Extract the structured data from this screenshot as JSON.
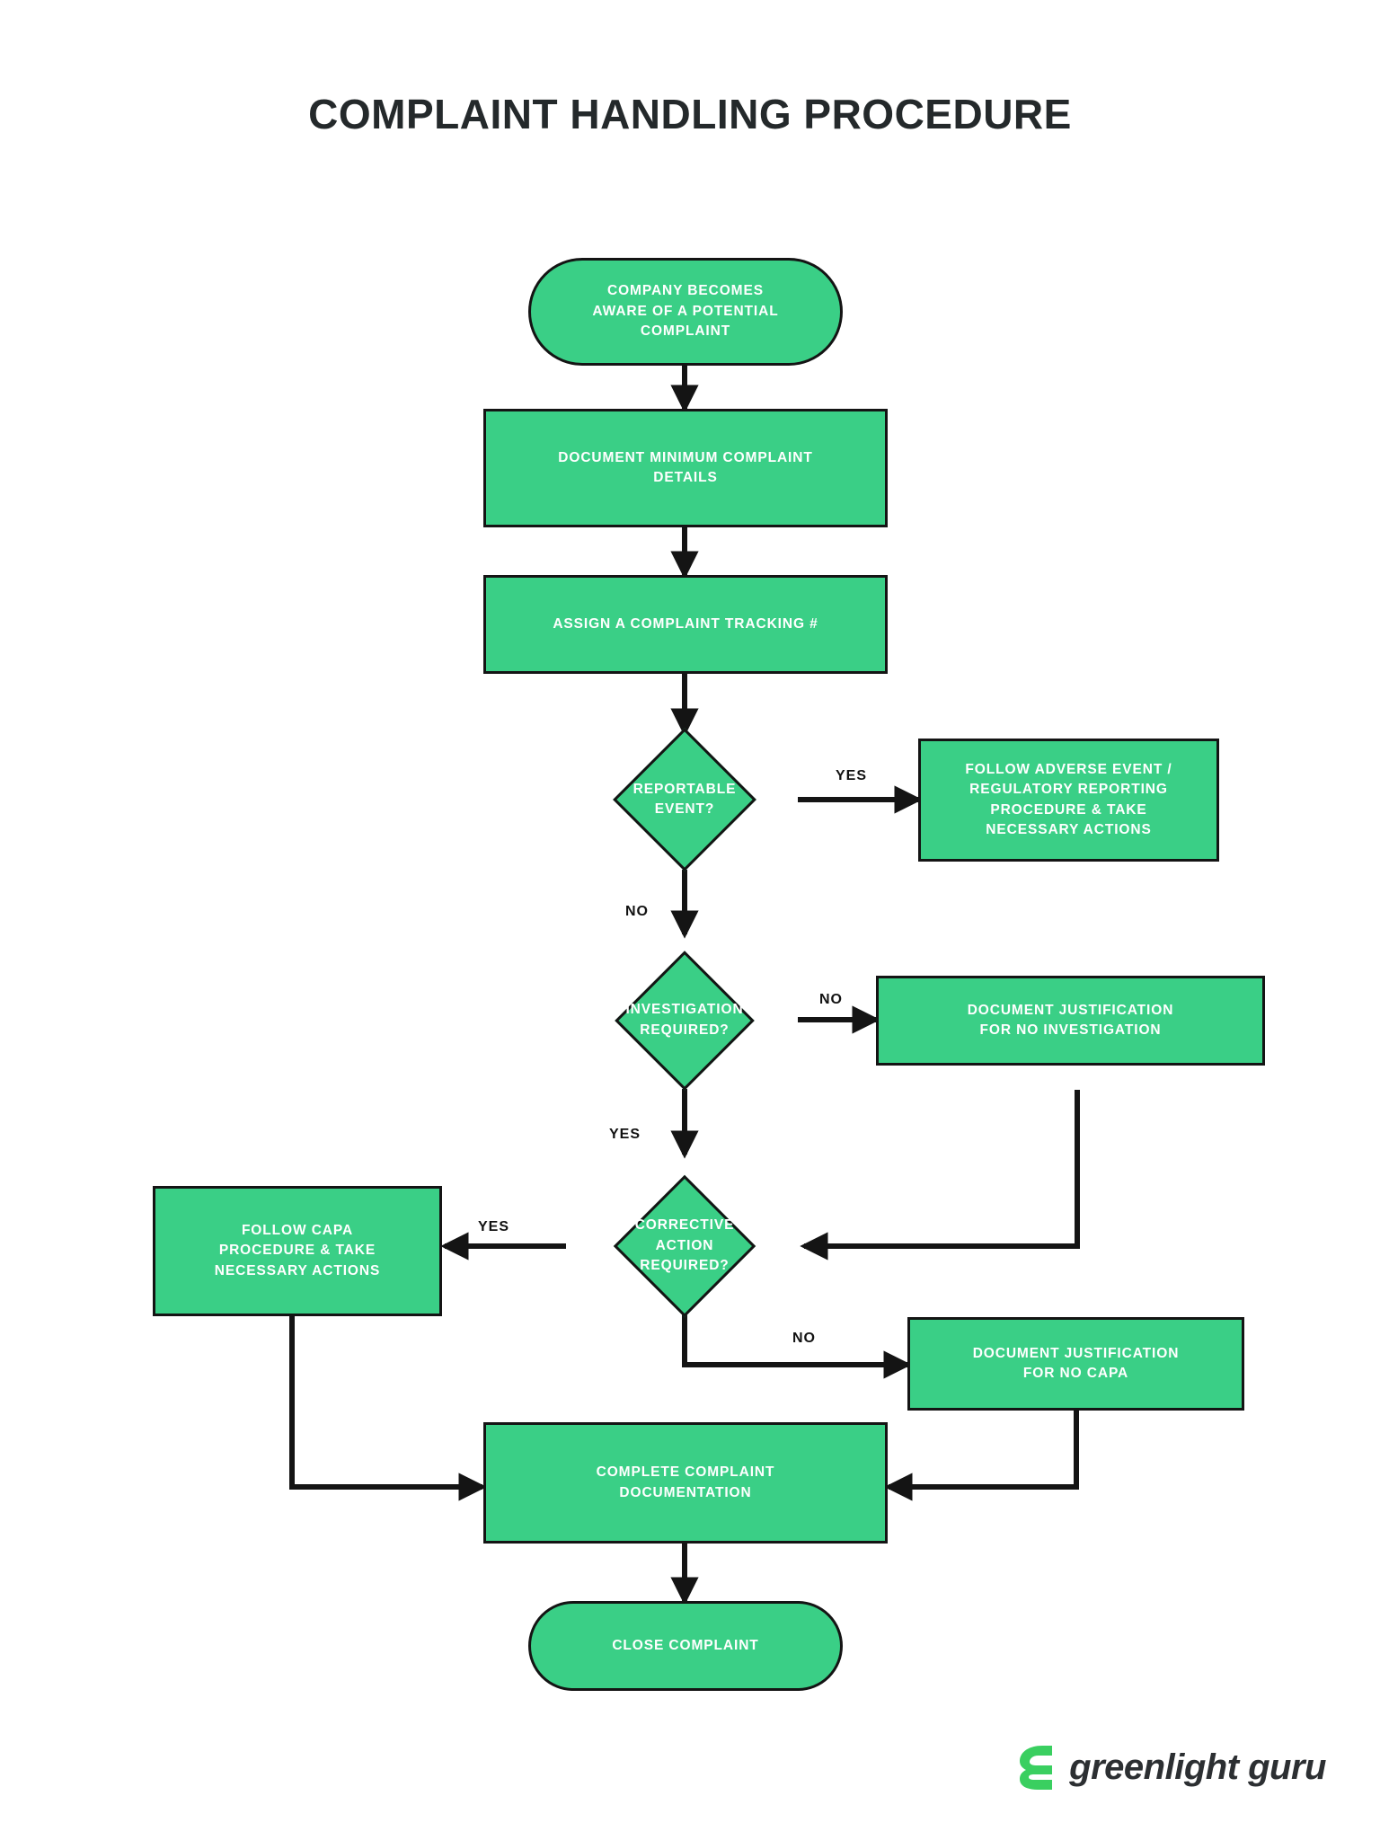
{
  "page": {
    "title": "COMPLAINT HANDLING PROCEDURE",
    "background_color": "#FFFFFF",
    "accent_color": "#3ACF86",
    "outline_color": "#141414",
    "node_text_color": "#FFFFFF",
    "title_color": "#24292B"
  },
  "nodes": {
    "start": {
      "id": "start",
      "shape": "terminator",
      "label": "COMPANY BECOMES\nAWARE OF A POTENTIAL\nCOMPLAINT"
    },
    "document_details": {
      "id": "document_details",
      "shape": "process",
      "label": "DOCUMENT MINIMUM COMPLAINT\nDETAILS"
    },
    "assign_tracking": {
      "id": "assign_tracking",
      "shape": "process",
      "label": "ASSIGN A COMPLAINT  TRACKING #"
    },
    "reportable_event": {
      "id": "reportable_event",
      "shape": "decision",
      "label": "REPORTABLE\nEVENT?"
    },
    "follow_adverse_event": {
      "id": "follow_adverse_event",
      "shape": "process",
      "label": "FOLLOW ADVERSE EVENT /\nREGULATORY REPORTING\nPROCEDURE & TAKE\nNECESSARY ACTIONS"
    },
    "investigation_required": {
      "id": "investigation_required",
      "shape": "decision",
      "label": "INVESTIGATION\nREQUIRED?"
    },
    "justification_no_investigation": {
      "id": "justification_no_investigation",
      "shape": "process",
      "label": "DOCUMENT JUSTIFICATION\nFOR NO INVESTIGATION"
    },
    "corrective_action_required": {
      "id": "corrective_action_required",
      "shape": "decision",
      "label": "CORRECTIVE\nACTION\nREQUIRED?"
    },
    "follow_capa": {
      "id": "follow_capa",
      "shape": "process",
      "label": "FOLLOW CAPA\nPROCEDURE & TAKE\nNECESSARY ACTIONS"
    },
    "justification_no_capa": {
      "id": "justification_no_capa",
      "shape": "process",
      "label": "DOCUMENT JUSTIFICATION\nFOR NO CAPA"
    },
    "complete_documentation": {
      "id": "complete_documentation",
      "shape": "process",
      "label": "COMPLETE COMPLAINT\nDOCUMENTATION"
    },
    "close_complaint": {
      "id": "close_complaint",
      "shape": "terminator",
      "label": "CLOSE COMPLAINT"
    }
  },
  "edge_labels": {
    "reportable_yes": "YES",
    "reportable_no": "NO",
    "investigation_no": "NO",
    "investigation_yes": "YES",
    "corrective_yes": "YES",
    "corrective_no": "NO"
  },
  "logo": {
    "mark": "greenlight-guru-g-mark",
    "text": "greenlight guru",
    "mark_color": "#3ACF60",
    "text_color": "#2C2F32"
  }
}
